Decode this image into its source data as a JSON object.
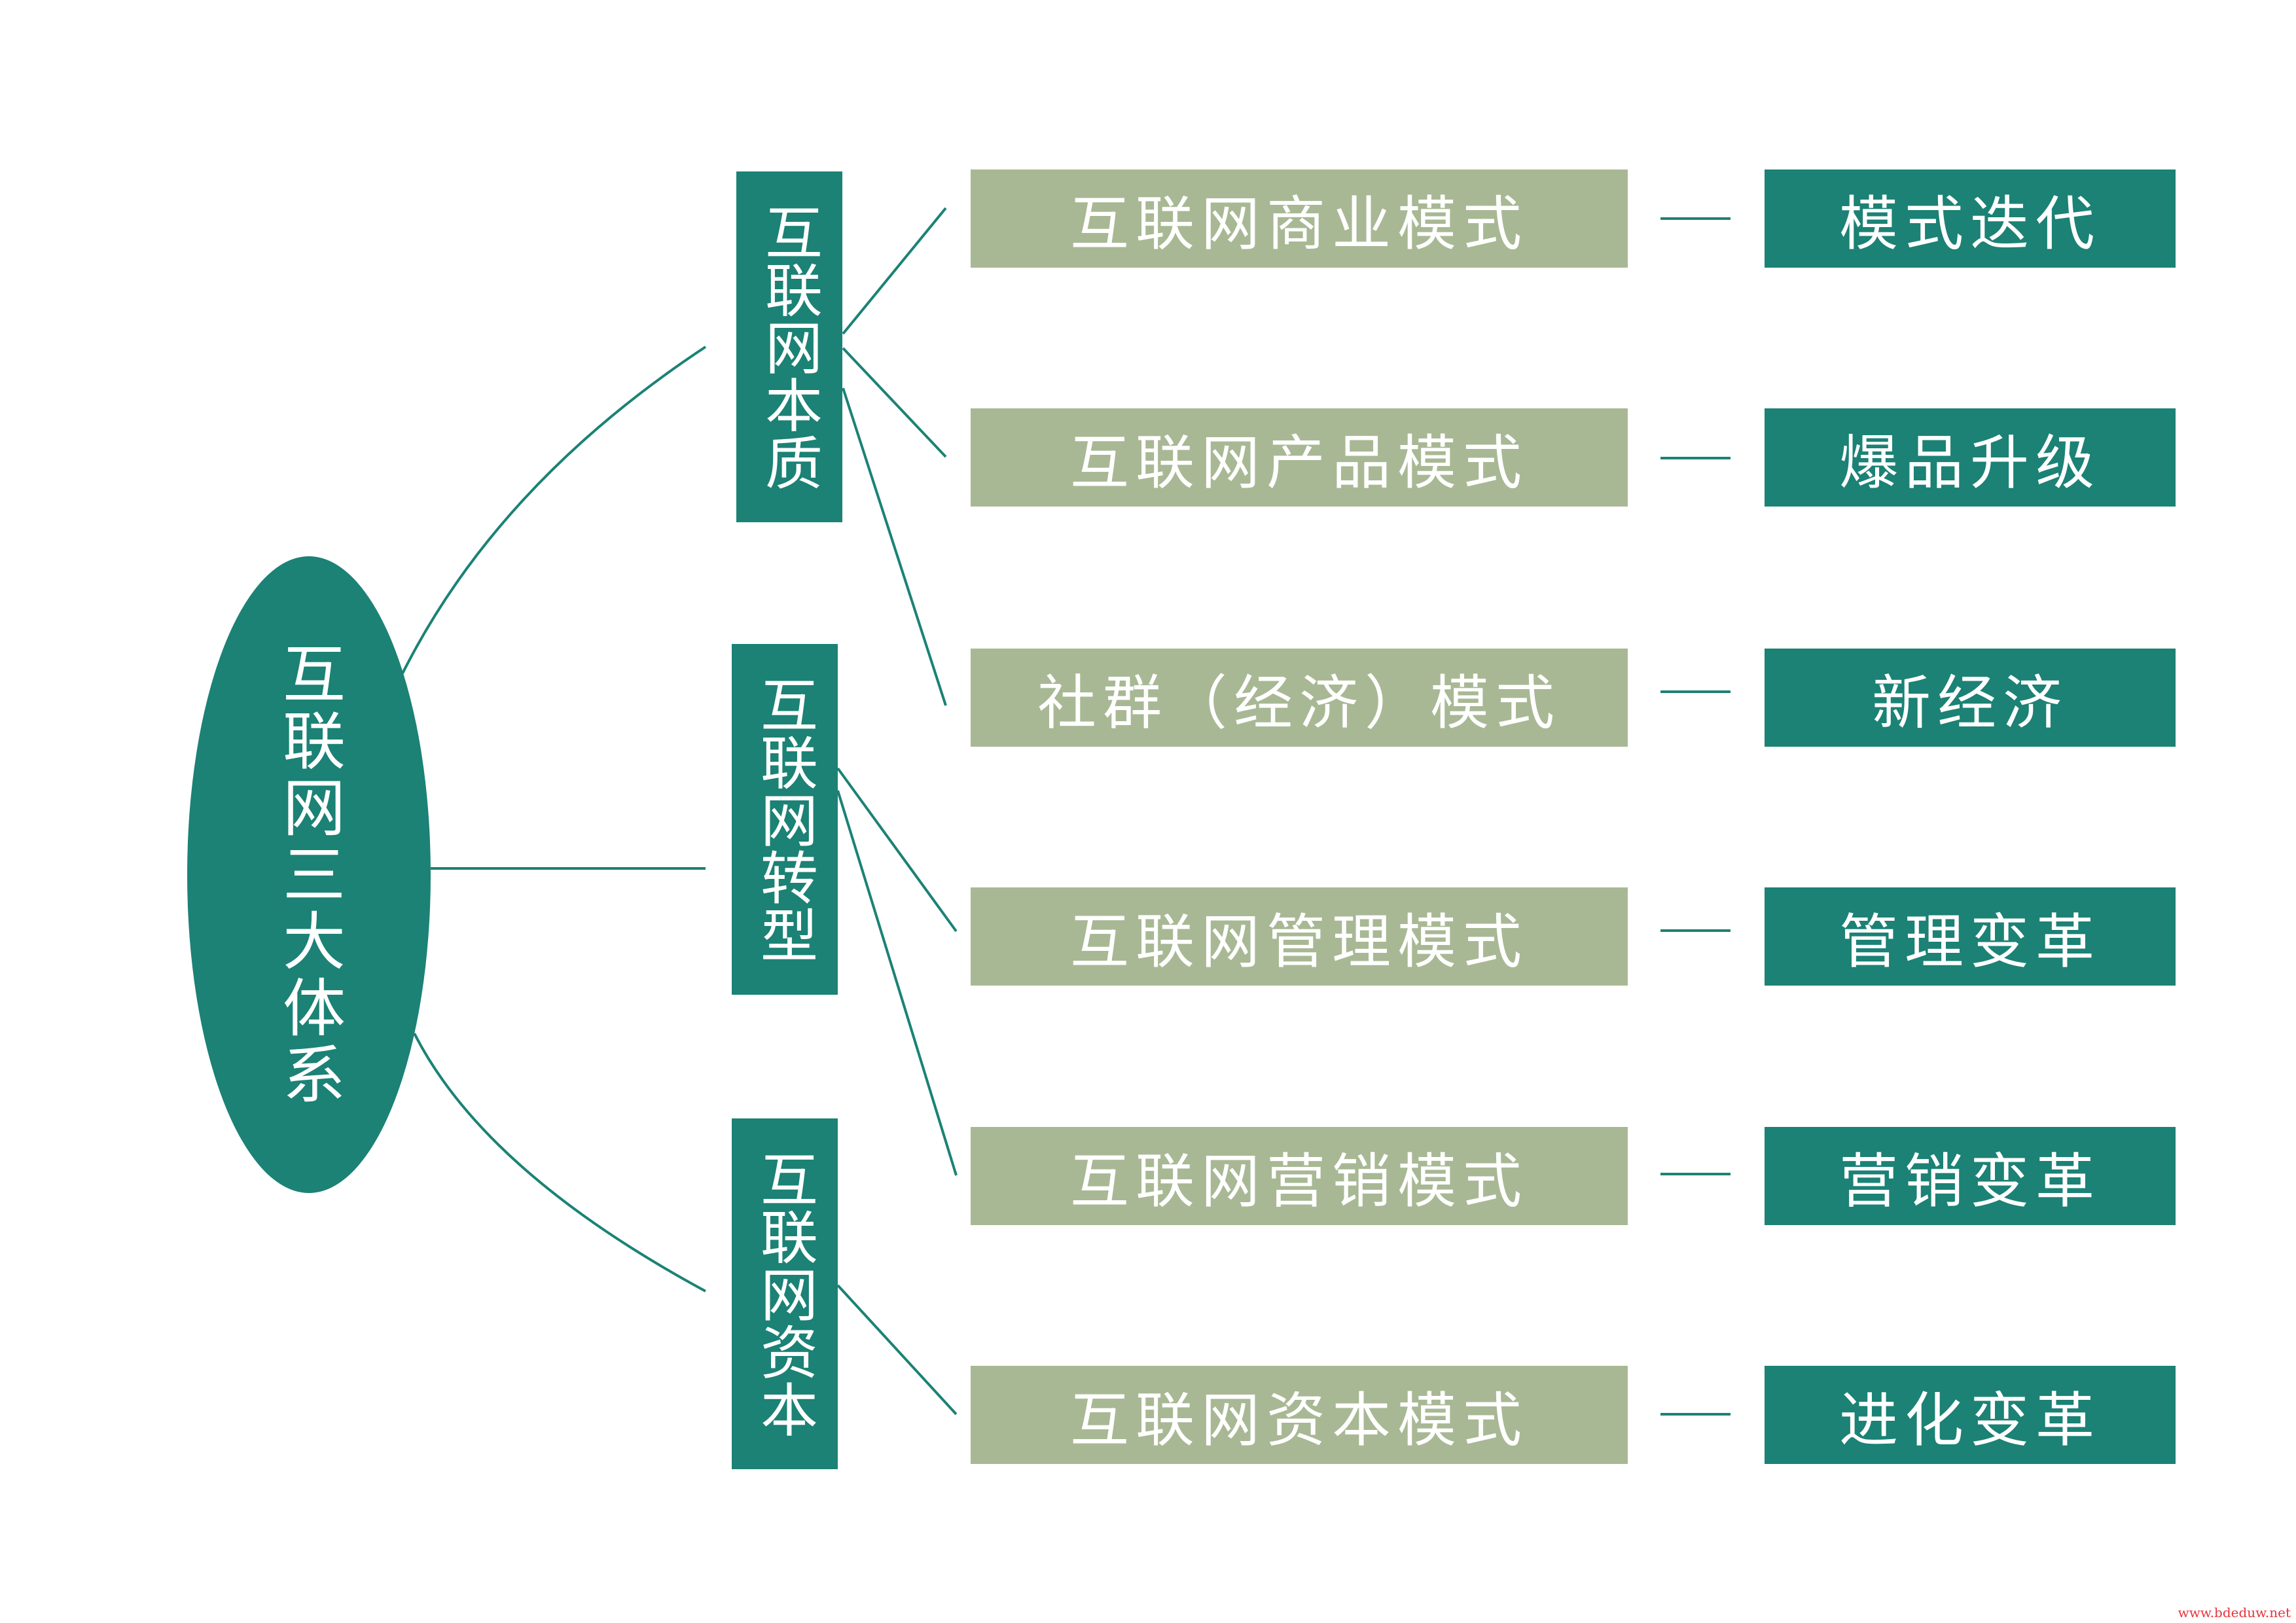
{
  "root": {
    "label": "互联网三大体系"
  },
  "level2": [
    {
      "label": "互联网本质"
    },
    {
      "label": "互联网转型"
    },
    {
      "label": "互联网资本"
    }
  ],
  "rows": [
    {
      "mode": "互联网商业模式",
      "result": "模式迭代"
    },
    {
      "mode": "互联网产品模式",
      "result": "爆品升级"
    },
    {
      "mode": "社群（经济）模式",
      "result": "新经济"
    },
    {
      "mode": "互联网管理模式",
      "result": "管理变革"
    },
    {
      "mode": "互联网营销模式",
      "result": "营销变革"
    },
    {
      "mode": "互联网资本模式",
      "result": "进化变革"
    }
  ],
  "watermark": "www.bdeduw.net",
  "colors": {
    "primary": "#1b8275",
    "secondary": "#a8b894"
  }
}
